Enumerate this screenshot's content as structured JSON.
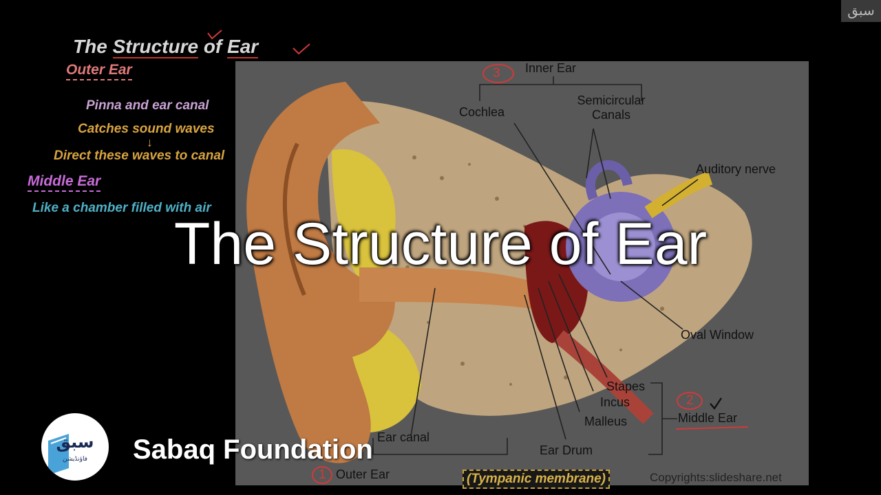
{
  "notes": {
    "title_a": "The",
    "title_b": "Structure",
    "title_c": "of",
    "title_d": "Ear",
    "outer_ear": "Outer Ear",
    "pinna": "Pinna and ear canal",
    "catches": "Catches sound waves",
    "direct": "Direct these waves to canal",
    "middle_ear": "Middle Ear",
    "chamber": "Like a chamber filled with air"
  },
  "diagram": {
    "inner_ear": "Inner Ear",
    "cochlea": "Cochlea",
    "semicircular_1": "Semicircular",
    "semicircular_2": "Canals",
    "auditory_nerve": "Auditory nerve",
    "oval_window": "Oval Window",
    "stapes": "Stapes",
    "incus": "Incus",
    "malleus": "Malleus",
    "middle_ear": "Middle Ear",
    "ear_canal": "Ear canal",
    "ear_drum": "Ear Drum",
    "outer_ear": "Outer Ear",
    "tympanic": "(Tympanic membrane)",
    "copyright": "Copyrights:slideshare.net",
    "marks": {
      "inner": "3",
      "middle": "2",
      "outer": "1"
    }
  },
  "overlay": {
    "title": "The Structure of Ear",
    "brand": "Sabaq Foundation",
    "logo_text": "سبق",
    "logo_sub": "فاؤنڈیشن",
    "corner_mark": "سبق"
  },
  "colors": {
    "background": "#000000",
    "skin": "#c9804a",
    "fat": "#e8d84a",
    "bone": "#e0c8a0",
    "inner_ear": "#8a7fc0",
    "annotation_red": "#d03a3a"
  }
}
